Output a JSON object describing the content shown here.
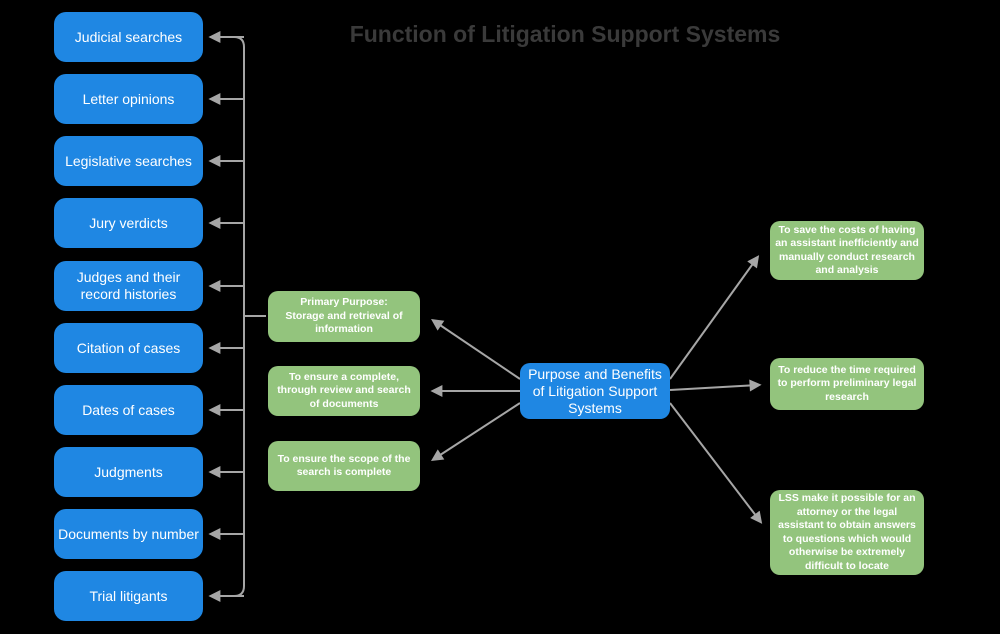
{
  "title": "Function of Litigation Support Systems",
  "colors": {
    "background": "#000000",
    "blue_node": "#1f87e3",
    "green_node": "#93c47d",
    "connector": "#a6a6a6",
    "title_text": "#3a3a3a",
    "node_text": "#ffffff"
  },
  "left_nodes": [
    "Judicial searches",
    "Letter opinions",
    "Legislative searches",
    "Jury verdicts",
    "Judges and their\nrecord histories",
    "Citation of cases",
    "Dates of cases",
    "Judgments",
    "Documents by number",
    "Trial litigants"
  ],
  "purpose_nodes": [
    "Primary Purpose:\nStorage and retrieval of\ninformation",
    "To ensure a complete,\nthrough review and search\nof documents",
    "To ensure the scope of the\nsearch is complete"
  ],
  "center_node": "Purpose and Benefits\nof Litigation Support\nSystems",
  "benefit_nodes": [
    "To save the costs of having\nan assistant inefficiently and\nmanually conduct research\nand analysis",
    "To reduce the time required\nto perform preliminary legal\nresearch",
    "LSS make it possible for an\nattorney or the legal\nassistant to obtain answers\nto questions which would\notherwise be extremely\ndifficult to locate"
  ]
}
